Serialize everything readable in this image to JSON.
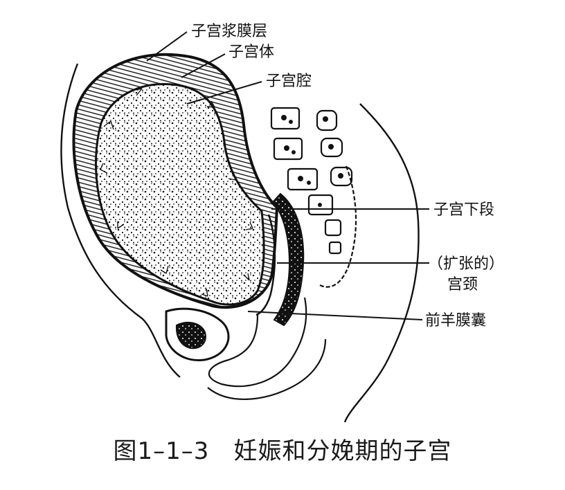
{
  "figure": {
    "labels": {
      "serosa": "子宫浆膜层",
      "corpus": "子宫体",
      "cavity": "子宫腔",
      "lower_segment": "子宫下段",
      "cervix_line1": "（扩张的）",
      "cervix_line2": "宫颈",
      "amniotic_sac": "前羊膜囊"
    },
    "caption": "图1–1–3　妊娠和分娩期的子宫"
  },
  "colors": {
    "ink": "#111111",
    "paper": "#ffffff"
  }
}
